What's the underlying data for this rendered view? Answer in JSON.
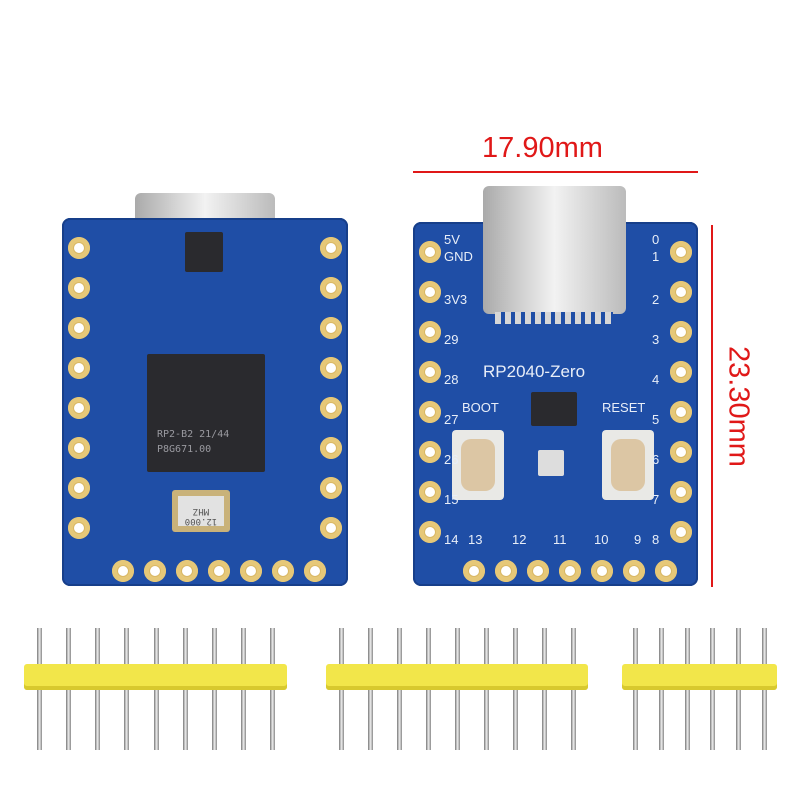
{
  "dimensions": {
    "width_label": "17.90mm",
    "height_label": "23.30mm",
    "dimension_color": "#e01818"
  },
  "left_board": {
    "chip_line1": "RP2-B2  21/44",
    "chip_line2": "P8G671.00",
    "crystal_line1": "12.000",
    "crystal_line2": "MHZ"
  },
  "right_board": {
    "title": "RP2040-Zero",
    "boot_label": "BOOT",
    "reset_label": "RESET",
    "left_pins": [
      "5V",
      "GND",
      "3V3",
      "29",
      "28",
      "27",
      "26",
      "15",
      "14"
    ],
    "bottom_pins": [
      "13",
      "12",
      "11",
      "10",
      "9"
    ],
    "right_pins": [
      "0",
      "1",
      "2",
      "3",
      "4",
      "5",
      "6",
      "7",
      "8"
    ]
  },
  "colors": {
    "pcb": "#1f4ea6",
    "pad": "#d9b865",
    "header": "#f2e64a"
  },
  "headers": [
    {
      "pins": 9
    },
    {
      "pins": 9
    },
    {
      "pins": 6
    }
  ]
}
